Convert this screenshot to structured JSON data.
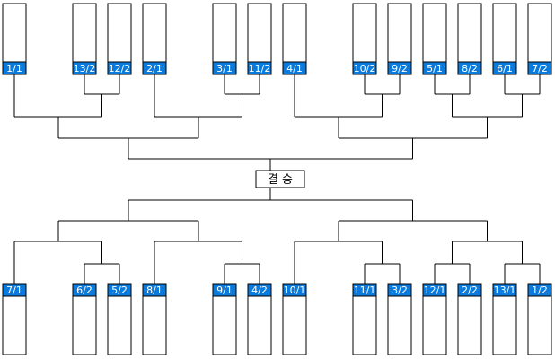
{
  "colors": {
    "label_bg": "#0a7bdc",
    "label_text": "#ffffff",
    "line": "#000000"
  },
  "final_label": "결 승",
  "top_row": [
    "1/1",
    "13/2",
    "12/2",
    "2/1",
    "3/1",
    "11/2",
    "4/1",
    "10/2",
    "9/2",
    "5/1",
    "8/2",
    "6/1",
    "7/2"
  ],
  "bottom_row": [
    "7/1",
    "6/2",
    "5/2",
    "8/1",
    "9/1",
    "4/2",
    "10/1",
    "11/1",
    "3/2",
    "12/1",
    "2/2",
    "13/1",
    "1/2"
  ]
}
